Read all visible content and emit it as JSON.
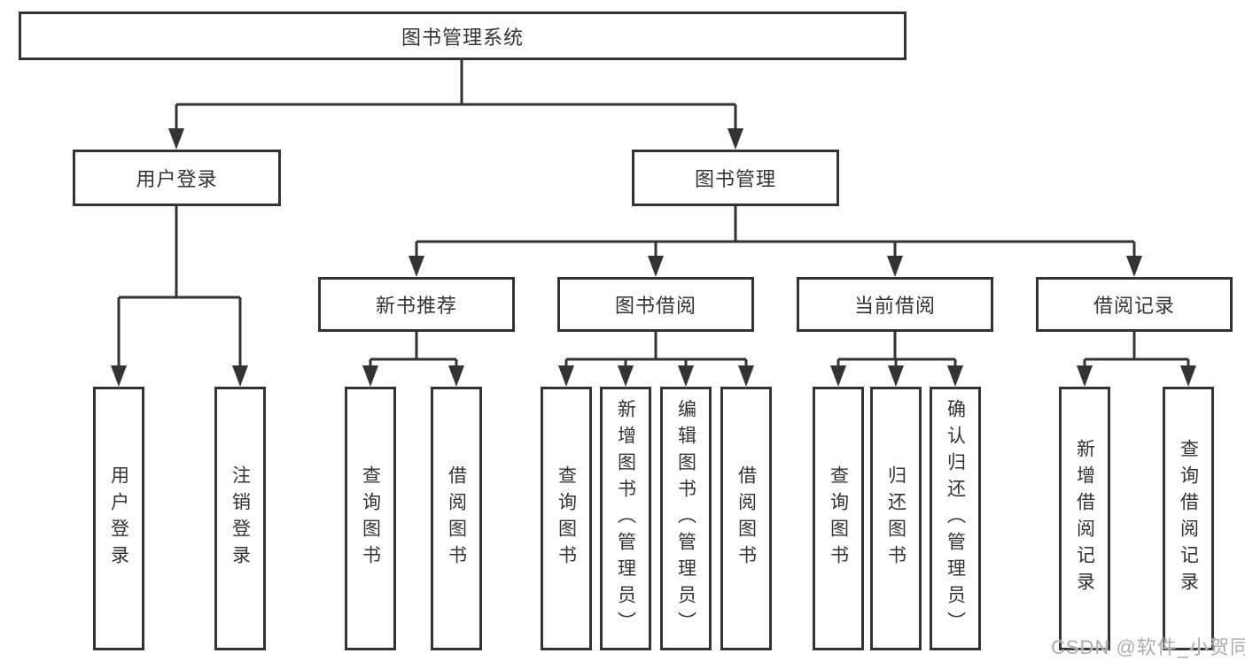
{
  "system": {
    "title": "图书管理系统",
    "modules": [
      {
        "label": "用户登录",
        "children": [
          {
            "label": "用户登录"
          },
          {
            "label": "注销登录"
          }
        ]
      },
      {
        "label": "图书管理",
        "submodules": [
          {
            "label": "新书推荐",
            "children": [
              {
                "label": "查询图书"
              },
              {
                "label": "借阅图书"
              }
            ]
          },
          {
            "label": "图书借阅",
            "children": [
              {
                "label": "查询图书"
              },
              {
                "label": "新增图书（管理员）"
              },
              {
                "label": "编辑图书（管理员）"
              },
              {
                "label": "借阅图书"
              }
            ]
          },
          {
            "label": "当前借阅",
            "children": [
              {
                "label": "查询图书"
              },
              {
                "label": "归还图书"
              },
              {
                "label": "确认归还（管理员）"
              }
            ]
          },
          {
            "label": "借阅记录",
            "children": [
              {
                "label": "新增借阅记录"
              },
              {
                "label": "查询借阅记录"
              }
            ]
          }
        ]
      }
    ]
  },
  "watermark": {
    "text": "CSDN @软件_小贺同学"
  },
  "colors": {
    "line": "#333333",
    "box_border": "#333333",
    "box_bg": "#ffffff",
    "watermark": "#adadad"
  }
}
